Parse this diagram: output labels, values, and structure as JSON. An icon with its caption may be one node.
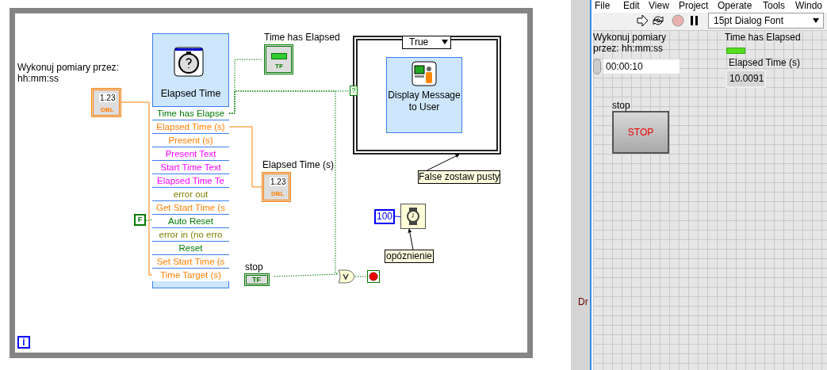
{
  "diagram": {
    "nodes": [
      {
        "text": [],
        "shape": "box"
      },
      {
        "text": [
          "Wykonuj pomiary przez: hh:mm:ss",
          "1.23",
          "DBL"
        ],
        "in": 0
      },
      {
        "text": [
          "Elapsed Time"
        ],
        "in": 0
      },
      {
        "text": [
          "Time has Elapse"
        ],
        "in": 2
      },
      {
        "text": [
          "Elapsed Time (s)"
        ],
        "in": 2
      },
      {
        "text": [
          "Present (s)"
        ],
        "in": 2
      },
      {
        "text": [
          "Present Text"
        ],
        "in": 2
      },
      {
        "text": [
          "Start Time Text"
        ],
        "in": 2
      },
      {
        "text": [
          "Elapsed Time Te"
        ],
        "in": 2
      },
      {
        "text": [
          "error out"
        ],
        "in": 2
      },
      {
        "text": [
          "Get Start Time (s"
        ],
        "in": 2
      },
      {
        "text": [
          "Auto Reset"
        ],
        "in": 2
      },
      {
        "text": [
          "error in (no erro"
        ],
        "in": 2
      },
      {
        "text": [
          "Reset"
        ],
        "in": 2
      },
      {
        "text": [
          "Set Start Time (s"
        ],
        "in": 2
      },
      {
        "text": [
          "Time Target (s)"
        ],
        "in": 2
      },
      {
        "text": [
          "Time has Elapsed",
          "TF"
        ],
        "in": 0
      },
      {
        "text": [
          "Elapsed Time (s)",
          "1.23",
          "DBL"
        ],
        "in": 0
      },
      {
        "text": [
          "F"
        ],
        "in": 0
      },
      {
        "text": [
          "True"
        ],
        "in": 0
      },
      {
        "text": [
          "Display Message to User"
        ],
        "in": 19
      },
      {
        "text": [
          "?"
        ],
        "in": 0
      },
      {
        "text": [
          "stop",
          "TF"
        ],
        "in": 0
      },
      {
        "text": [],
        "shape": "gate",
        "in": 0
      },
      {
        "text": [],
        "shape": "picture",
        "in": 0
      },
      {
        "text": [
          "100"
        ],
        "in": 0
      },
      {
        "text": [],
        "shape": "picture",
        "in": 0
      },
      {
        "text": [
          "i"
        ],
        "in": 0
      },
      {
        "text": [
          "False zostaw pusty"
        ],
        "in": 0
      },
      {
        "text": [
          "opóznienie"
        ],
        "in": 0
      },
      {
        "text": [
          "Wykonuj pomiary przez: hh:mm:ss",
          "00:00:10"
        ]
      },
      {
        "text": [
          "Time has Elapsed"
        ]
      },
      {
        "text": [
          "Elapsed Time (s)",
          "10.0091"
        ]
      },
      {
        "text": [
          "stop",
          "STOP"
        ]
      }
    ],
    "edges": [
      {
        "from": 1,
        "to": 15,
        "arrow": "none",
        "color": "#ff7f00"
      },
      {
        "from": 3,
        "to": 16,
        "arrow": "none",
        "style": "dashed"
      },
      {
        "from": 3,
        "to": 21,
        "arrow": "none",
        "style": "dashed"
      },
      {
        "from": 3,
        "to": 23,
        "arrow": "none",
        "style": "dashed"
      },
      {
        "from": 4,
        "to": 17,
        "arrow": "none",
        "color": "#ff7f00"
      },
      {
        "from": 18,
        "to": 11,
        "arrow": "none",
        "style": "dashed"
      },
      {
        "from": 22,
        "to": 23,
        "arrow": "none",
        "style": "dashed"
      },
      {
        "from": 23,
        "to": 24,
        "arrow": "none",
        "style": "dashed"
      },
      {
        "from": 25,
        "to": 26,
        "arrow": "none",
        "color": "#0000ff"
      },
      {
        "from": 28,
        "to": 19,
        "arrow": "to",
        "color": "#000000"
      },
      {
        "from": 29,
        "to": 26,
        "arrow": "to",
        "color": "#000000"
      }
    ],
    "labels": [
      "File",
      "Edit",
      "View",
      "Project",
      "Operate",
      "Tools",
      "Windo",
      "15pt Dialog Font",
      "Dr"
    ]
  }
}
